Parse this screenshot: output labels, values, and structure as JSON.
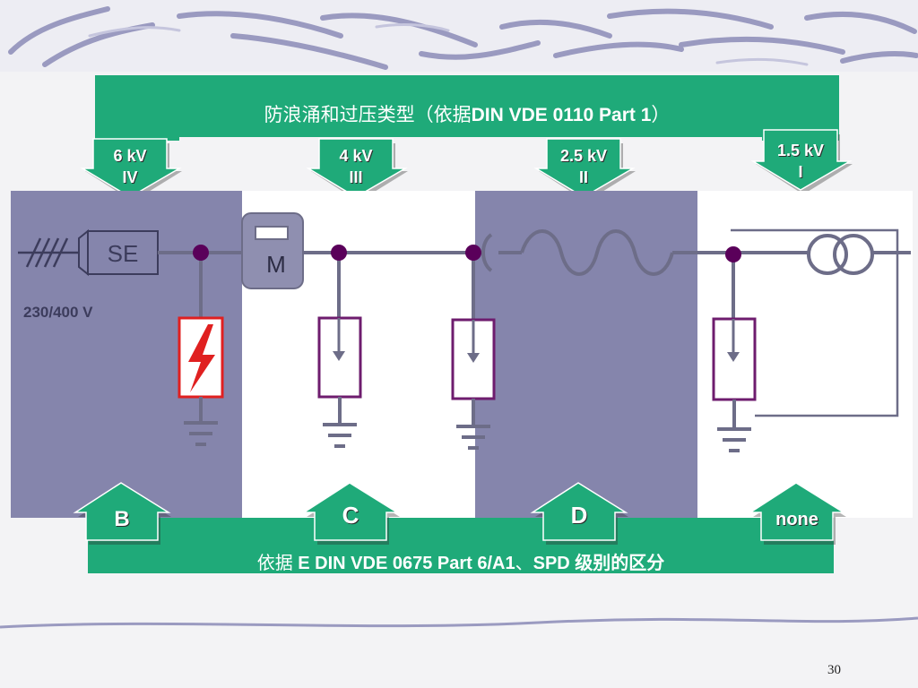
{
  "top_banner": {
    "title_cn": "防浪涌和过压类型（依据",
    "title_std": "DIN VDE 0110 Part 1",
    "title_close": "）"
  },
  "categories": [
    {
      "voltage": "6 kV",
      "roman": "IV"
    },
    {
      "voltage": "4 kV",
      "roman": "III"
    },
    {
      "voltage": "2.5 kV",
      "roman": "II"
    },
    {
      "voltage": "1.5 kV",
      "roman": "I"
    }
  ],
  "circuit": {
    "supply_voltage": "230/400 V",
    "se_label": "SE",
    "meter_label": "M"
  },
  "spd_classes": [
    {
      "label": "B"
    },
    {
      "label": "C"
    },
    {
      "label": "D"
    },
    {
      "label": "none"
    }
  ],
  "bottom_banner": {
    "prefix": "依据",
    "standard": "E DIN VDE 0675 Part 6/A1",
    "separator": "、",
    "suffix": "SPD 级别的区分"
  },
  "slide_number": "30",
  "colors": {
    "banner_green": "#1faa79",
    "panel_purple": "#8585ac",
    "wire": "#6d6d88",
    "junction": "#5a005a",
    "spd_border": "#6e1c6e",
    "arrester_red": "#e02020"
  }
}
